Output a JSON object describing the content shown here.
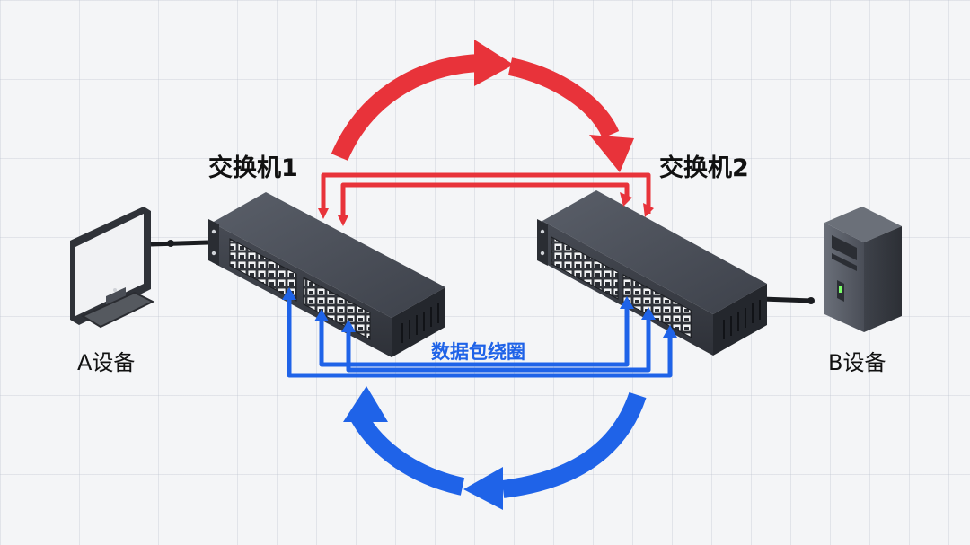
{
  "switch_1": {
    "label": "交换机1"
  },
  "switch_2": {
    "label": "交换机2"
  },
  "device_a": {
    "label": "A设备",
    "icon": "monitor-icon"
  },
  "device_b": {
    "label": "B设备",
    "icon": "server-tower-icon"
  },
  "loop": {
    "label": "数据包绕圈"
  },
  "colors": {
    "loop_red": "#e8333a",
    "loop_blue": "#1f63e8",
    "switch_body": "#3a3e47",
    "switch_top": "#4a4f59",
    "background": "#f4f5f7"
  }
}
